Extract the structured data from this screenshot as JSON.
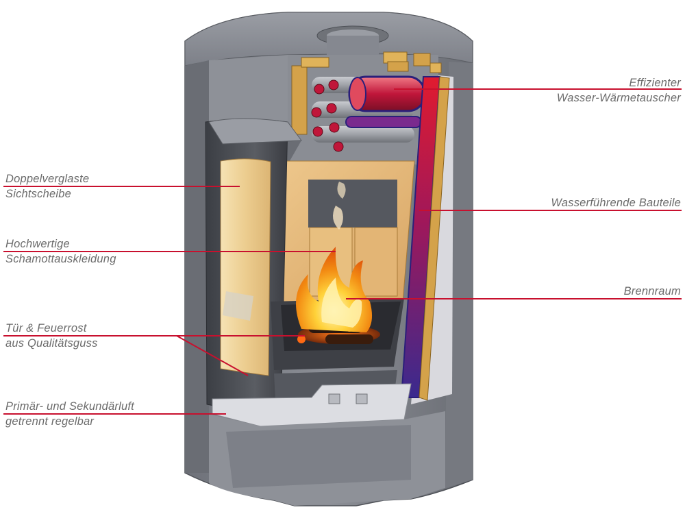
{
  "colors": {
    "leader_line": "#c8102e",
    "label_text": "#6b6b6b",
    "stove_body": "#7d8088",
    "stove_dark": "#55585f",
    "firebrick": "#e6b877",
    "glass": "#f0d79e",
    "water_pipe": "#c0163a",
    "water_channel": "#6a2a8a",
    "insulation": "#d4a24a"
  },
  "labels": {
    "glass": {
      "line1": "Doppelverglaste",
      "line2": "Sichtscheibe"
    },
    "lining": {
      "line1": "Hochwertige",
      "line2": "Schamottauskleidung"
    },
    "door": {
      "line1": "Tür & Feuerrost",
      "line2": "aus Qualitätsguss"
    },
    "air": {
      "line1": "Primär- und Sekundärluft",
      "line2": "getrennt regelbar"
    },
    "exchanger": {
      "line1": "Effizienter",
      "line2": "Wasser-Wärmetauscher"
    },
    "water": {
      "line1": "Wasserführende Bauteile"
    },
    "chamber": {
      "line1": "Brennraum"
    }
  }
}
